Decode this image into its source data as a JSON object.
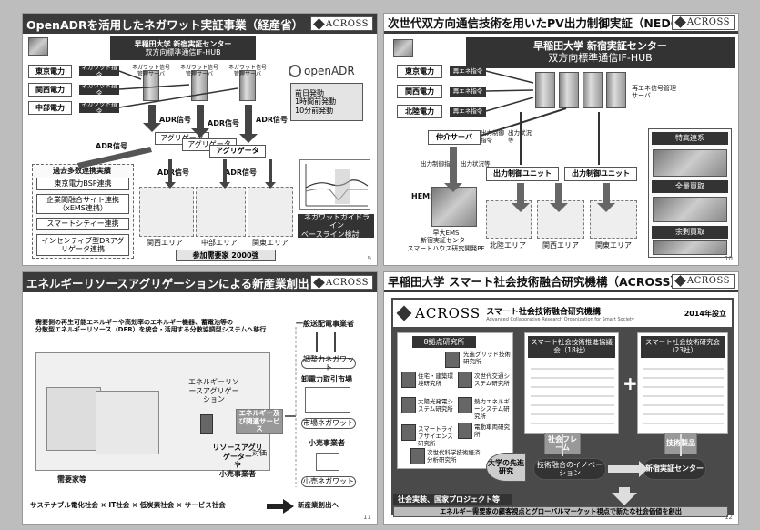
{
  "s1": {
    "title": "OpenADRを活用したネガワット実証事業（経産省）",
    "logo": "ACROSS",
    "hub_line1": "早稲田大学 新宿実証センター",
    "hub_line2": "双方向標準通信IF-HUB",
    "utilities": [
      "東京電力",
      "関西電力",
      "中部電力"
    ],
    "negawatt_cmd": "ネガワット指令",
    "servers": [
      "ネガワット信号管理サーバ",
      "ネガワット信号管理サーバ",
      "ネガワット信号管理サーバ"
    ],
    "openadr": "openADR",
    "bullets": [
      "前日発動",
      "1時間前発動",
      "10分前発動"
    ],
    "adr_signal": "ADR信号",
    "aggregator": "アグリゲータ",
    "case_title": "過去多数連携実績",
    "cases": [
      "東京電力BSP連携",
      "企業間融合サイト連携（xEMS連携）",
      "スマートシティー連携",
      "インセンティブ型DRアグリゲータ連携"
    ],
    "areas": [
      "関西エリア",
      "中部エリア",
      "関東エリア"
    ],
    "participants": "参加需要家 2000強",
    "guideline_1": "ネガワットガイドライン",
    "guideline_2": "ベースライン検討",
    "page": "9"
  },
  "s2": {
    "title": "次世代双方向通信技術を用いたPV出力制御実証（NEDO）",
    "logo": "ACROSS",
    "hub_line1": "早稲田大学 新宿実証センター",
    "hub_line2": "双方向標準通信IF-HUB",
    "utilities": [
      "東京電力",
      "関西電力",
      "北陸電力"
    ],
    "renew_cmd": "再エネ指令",
    "renew_server": "再エネ信号管理サーバ",
    "broker": "仲介サーバ",
    "output_cmd": "出力制御指令",
    "output_status": "出力状況等",
    "control_unit": "出力制御ユニット",
    "hems": "HEMS",
    "ems_caption": [
      "早大EMS",
      "新宿実証センター",
      "スマートハウス研究開発PF"
    ],
    "areas": [
      "北陸エリア",
      "関西エリア",
      "関東エリア"
    ],
    "tariff_title": "特高連系",
    "tariff_items": [
      "全量買取",
      "余剰買取"
    ],
    "page": "10"
  },
  "s3": {
    "title": "エネルギーリソースアグリゲーションによる新産業創出",
    "logo": "ACROSS",
    "lead_1": "需要側の再生可能エネルギーや高効率のエネルギー機器、蓄電池等の",
    "lead_2": "分散型エネルギーリソース（DER）を統合・活用する分散協調型システムへ移行",
    "center": "エネルギーリソースアグリゲーション",
    "customers": "需要家等",
    "resource_agg_1": "リソースアグリゲーター",
    "resource_agg_2": "や",
    "resource_agg_3": "小売事業者",
    "services": "エネルギー及び関連サービス",
    "versus": "対価",
    "right_top": "一般送配電事業者",
    "market": "卸電力取引市場",
    "negawatt_adj": "調整力ネガワット",
    "market_negawatt": "市場ネガワット",
    "retailer": "小売事業者",
    "retail_negawatt": "小売ネガワット",
    "formula": "サステナブル電化社会 × IT社会 × 低炭素社会 × サービス社会",
    "result": "新産業創出へ",
    "page": "11"
  },
  "s4": {
    "title": "早稲田大学 スマート社会技術融合研究機構（ACROSS）",
    "logo": "ACROSS",
    "banner_brand": "ACROSS",
    "banner_jp": "スマート社会技術融合研究機構",
    "banner_en": "Advanced Collaborative Research Organization for Smart Society",
    "year": "2014年設立",
    "labs_title": "8拠点研究所",
    "labs": [
      "先進グリッド技術研究所",
      "住宅・建築環境研究所",
      "次世代交通システム研究所",
      "太陽光発電システム研究所",
      "熱力エネルギーシステム研究所",
      "スマートライフサイエンス研究所",
      "電動車両研究所",
      "次世代科学技術経済分析研究所"
    ],
    "council_1": "スマート社会技術推進協議会（18社）",
    "council_2": "スマート社会技術研究会（23社）",
    "plus": "+",
    "social": "社会フレーム",
    "tech": "技術製品",
    "univ": "大学の先進研究",
    "fusion": "技術融合のイノベーション",
    "center": "新宿実証センター",
    "project_title": "社会実装、国家プロジェクト等",
    "project_text": "エネルギー需要家の顧客視点とグローバルマーケット視点で新たな社会価値を創出",
    "page": "12"
  }
}
